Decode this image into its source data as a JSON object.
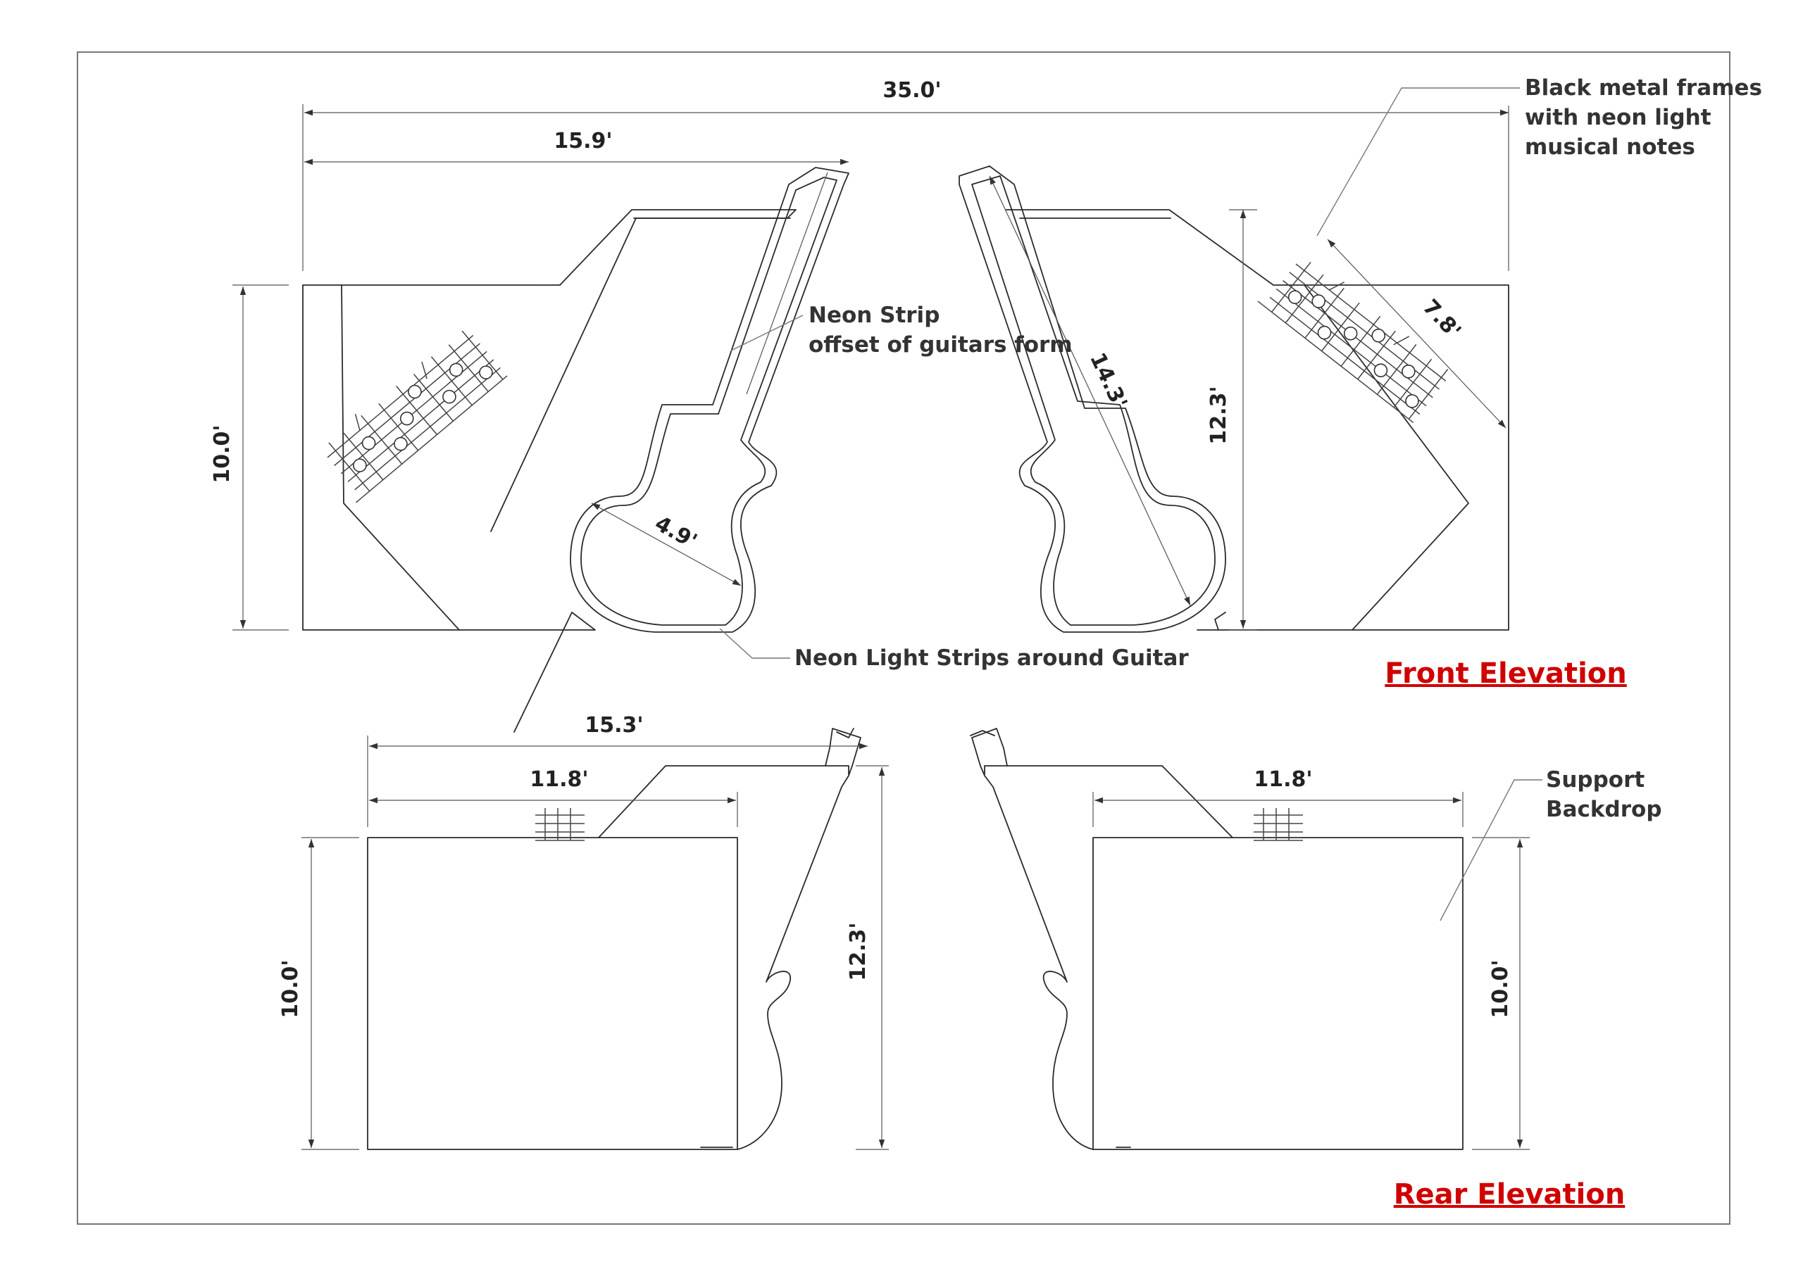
{
  "colors": {
    "title": "#d00000",
    "line": "#2b2b2b",
    "text": "#222222"
  },
  "front": {
    "title": "Front Elevation",
    "dims": {
      "overall_width": "35.0'",
      "left_backdrop_width": "15.9'",
      "left_height": "10.0'",
      "guitar_body_diameter": "4.9'",
      "guitar_length": "14.3'",
      "right_height": "12.3'",
      "frame_length": "7.8'"
    },
    "labels": {
      "frames_line1": "Black metal frames",
      "frames_line2": "with neon light",
      "frames_line3": "musical notes",
      "neon_strip_line1": "Neon Strip",
      "neon_strip_line2": "offset of guitars form",
      "neon_around": "Neon Light Strips around Guitar"
    }
  },
  "rear": {
    "title": "Rear Elevation",
    "dims": {
      "left_total_width": "15.3'",
      "left_width": "11.8'",
      "right_width": "11.8'",
      "left_height": "10.0'",
      "guitar_height": "12.3'",
      "right_height": "10.0'"
    },
    "labels": {
      "support_line1": "Support",
      "support_line2": "Backdrop"
    }
  }
}
